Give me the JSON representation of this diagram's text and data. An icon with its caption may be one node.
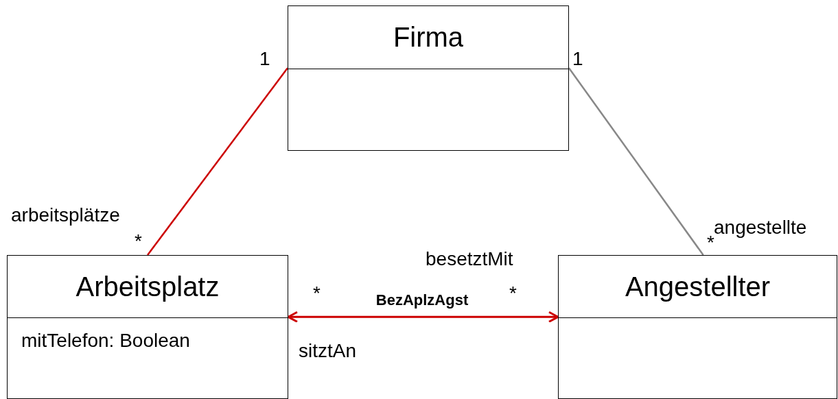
{
  "diagram": {
    "nodes": [
      {
        "text": [
          "Firma"
        ]
      },
      {
        "text": [
          "Arbeitsplatz",
          "mitTelefon: Boolean"
        ]
      },
      {
        "text": [
          "Angestellter"
        ]
      }
    ],
    "edges": [
      {
        "from": 0,
        "to": 1,
        "arrow": "none",
        "color": "#cc0000"
      },
      {
        "from": 0,
        "to": 2,
        "arrow": "none",
        "color": "#888888"
      },
      {
        "from": 1,
        "to": 2,
        "arrow": "both",
        "label": "BezAplzAgst",
        "color": "#cc0000"
      }
    ],
    "labels": [
      "1",
      "1",
      "arbeitsplätze",
      "*",
      "*",
      "angestellte",
      "besetztMit",
      "*",
      "*",
      "sitztAn"
    ]
  }
}
